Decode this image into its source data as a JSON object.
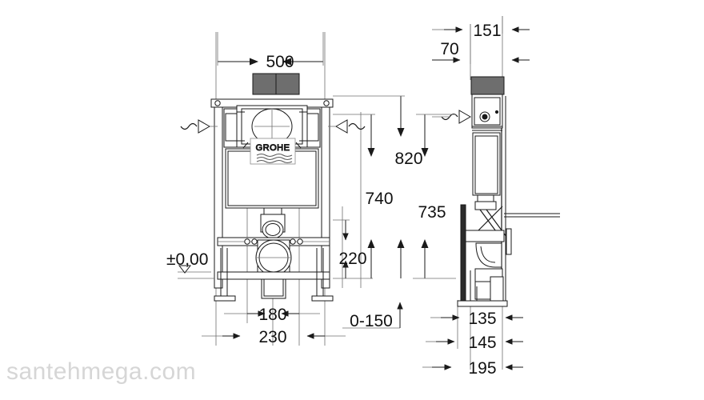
{
  "document": {
    "type": "technical-dimension-drawing",
    "subject": "GROHE concealed WC cistern installation frame",
    "brand": "GROHE",
    "watermark": "santehmega.com",
    "units": "mm",
    "line_color": "#1a1a1a",
    "fill_panel_color": "#6e6e6e",
    "watermark_color": "#d6d6d6"
  },
  "views": {
    "front": {
      "name": "front-elevation",
      "datum_label": "±0,00"
    },
    "side": {
      "name": "side-elevation"
    }
  },
  "dimensions": {
    "front": {
      "width_overall": "500",
      "height_top_to_floor": "820",
      "height_inlet_to_floor": "740",
      "height_outlet_axis": "220",
      "offset_outlet": "180",
      "offset_frame": "230",
      "adjustable_range": "0-150"
    },
    "side": {
      "depth_total": "151",
      "depth_front_offset": "70",
      "height_inlet": "735",
      "foot_depth_a": "135",
      "foot_depth_b": "145",
      "foot_depth_c": "195"
    }
  },
  "labels": [
    {
      "id": "dim-500",
      "text": "500"
    },
    {
      "id": "dim-820",
      "text": "820"
    },
    {
      "id": "dim-740",
      "text": "740"
    },
    {
      "id": "dim-735",
      "text": "735"
    },
    {
      "id": "dim-220",
      "text": "220"
    },
    {
      "id": "dim-180",
      "text": "180"
    },
    {
      "id": "dim-230",
      "text": "230"
    },
    {
      "id": "dim-0-150",
      "text": "0-150"
    },
    {
      "id": "dim-151",
      "text": "151"
    },
    {
      "id": "dim-70",
      "text": "70"
    },
    {
      "id": "dim-135",
      "text": "135"
    },
    {
      "id": "dim-145",
      "text": "145"
    },
    {
      "id": "dim-195",
      "text": "195"
    },
    {
      "id": "datum",
      "text": "±0,00"
    },
    {
      "id": "logo",
      "text": "GROHE"
    }
  ]
}
